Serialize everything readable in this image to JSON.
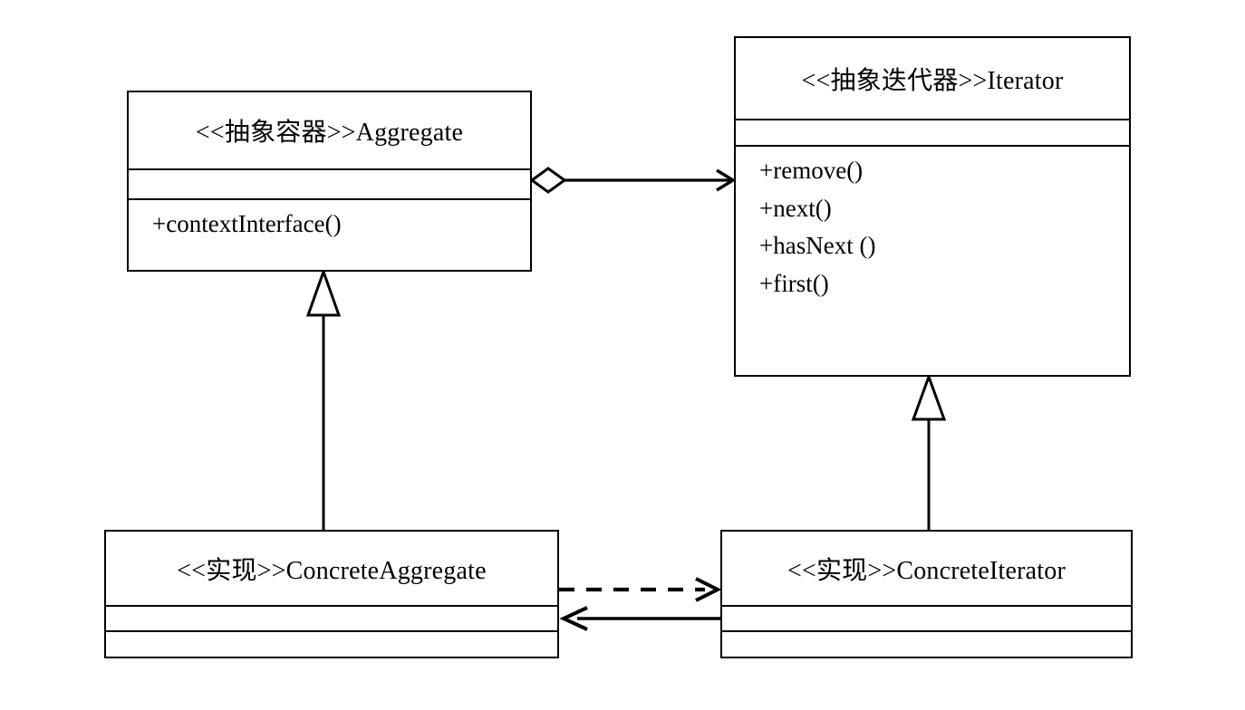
{
  "diagram": {
    "type": "uml-class-diagram",
    "title": "Iterator Pattern UML Class Diagram",
    "background_color": "#ffffff",
    "line_color": "#000000",
    "classes": [
      {
        "id": "aggregate",
        "name": "<<抽象容器>>Aggregate",
        "stereotype": "<<抽象容器>>",
        "class_name": "Aggregate",
        "attributes": [],
        "operations": [
          "+contextInterface()"
        ]
      },
      {
        "id": "iterator",
        "name": "<<抽象迭代器>>Iterator",
        "stereotype": "<<抽象迭代器>>",
        "class_name": "Iterator",
        "attributes": [],
        "operations": [
          "+remove()",
          "+next()",
          "+hasNext ()",
          "+first()"
        ]
      },
      {
        "id": "concrete-aggregate",
        "name": "<<实现>>ConcreteAggregate",
        "stereotype": "<<实现>>",
        "class_name": "ConcreteAggregate",
        "attributes": [],
        "operations": []
      },
      {
        "id": "concrete-iterator",
        "name": "<<实现>>ConcreteIterator",
        "stereotype": "<<实现>>",
        "class_name": "ConcreteIterator",
        "attributes": [],
        "operations": []
      }
    ],
    "relationships": [
      {
        "id": "aggregation-aggregate-iterator",
        "kind": "aggregation",
        "from": "aggregate",
        "to": "iterator",
        "source_decoration": "hollow-diamond",
        "target_decoration": "open-arrow",
        "line_style": "solid",
        "label": ""
      },
      {
        "id": "generalization-concreteaggregate-aggregate",
        "kind": "generalization",
        "from": "concrete-aggregate",
        "to": "aggregate",
        "source_decoration": "none",
        "target_decoration": "hollow-triangle",
        "line_style": "solid",
        "label": ""
      },
      {
        "id": "generalization-concreteiterator-iterator",
        "kind": "generalization",
        "from": "concrete-iterator",
        "to": "iterator",
        "source_decoration": "none",
        "target_decoration": "hollow-triangle",
        "line_style": "solid",
        "label": ""
      },
      {
        "id": "dependency-concreteaggregate-concreteiterator",
        "kind": "dependency",
        "from": "concrete-aggregate",
        "to": "concrete-iterator",
        "source_decoration": "none",
        "target_decoration": "open-arrow",
        "line_style": "dashed",
        "label": ""
      },
      {
        "id": "association-concreteiterator-concreteaggregate",
        "kind": "association",
        "from": "concrete-iterator",
        "to": "concrete-aggregate",
        "source_decoration": "none",
        "target_decoration": "solid-arrow",
        "line_style": "solid",
        "label": ""
      }
    ]
  }
}
